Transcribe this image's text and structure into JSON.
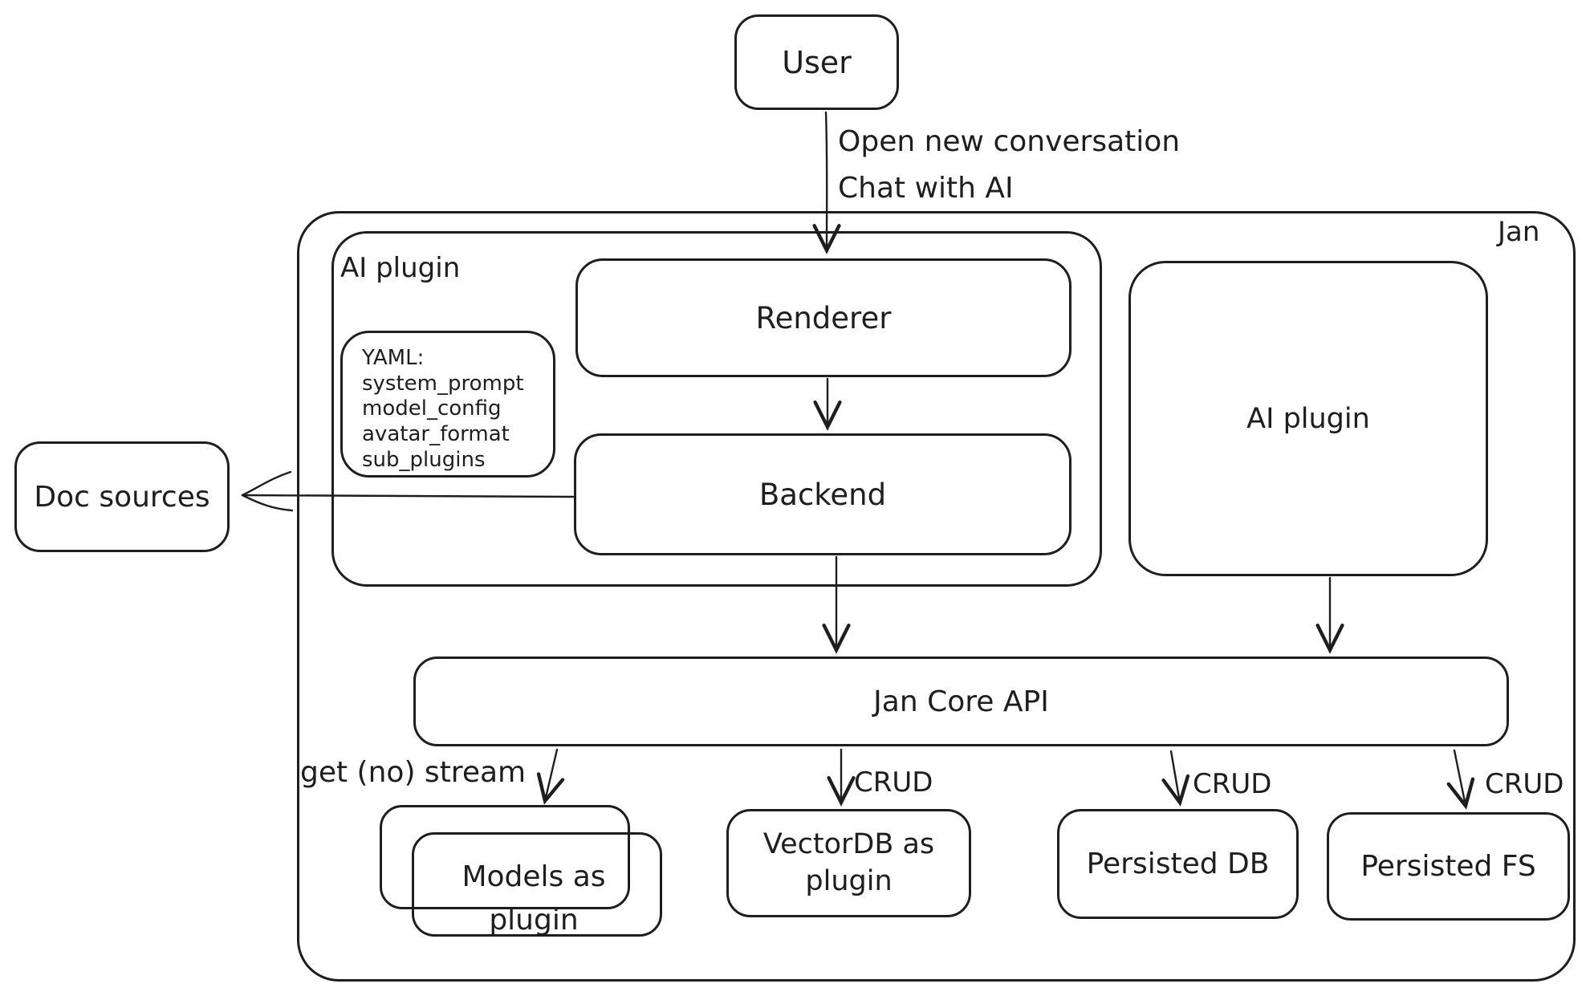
{
  "diagram": {
    "outer_label": "Jan",
    "nodes": {
      "user": {
        "label": "User"
      },
      "ai_plugin_group": {
        "label": "AI plugin"
      },
      "renderer": {
        "label": "Renderer"
      },
      "backend": {
        "label": "Backend"
      },
      "yaml_note": {
        "lines": [
          "YAML:",
          "system_prompt",
          "model_config",
          "avatar_format",
          "sub_plugins"
        ]
      },
      "doc_sources": {
        "label": "Doc sources"
      },
      "ai_plugin_right": {
        "label": "AI plugin"
      },
      "jan_core_api": {
        "label": "Jan Core API"
      },
      "models_as_plugin": {
        "label": "Models as\nplugin"
      },
      "vectordb_as_plugin": {
        "label": "VectorDB as\nplugin"
      },
      "persisted_db": {
        "label": "Persisted DB"
      },
      "persisted_fs": {
        "label": "Persisted FS"
      }
    },
    "edge_labels": {
      "user_to_renderer": "Open new conversation\nChat with AI",
      "api_to_models": "get (no) stream",
      "api_to_vectordb": "CRUD",
      "api_to_persisted_db": "CRUD",
      "api_to_persisted_fs": "CRUD"
    },
    "colors": {
      "stroke": "#1e1e1e",
      "background": "#ffffff"
    }
  }
}
